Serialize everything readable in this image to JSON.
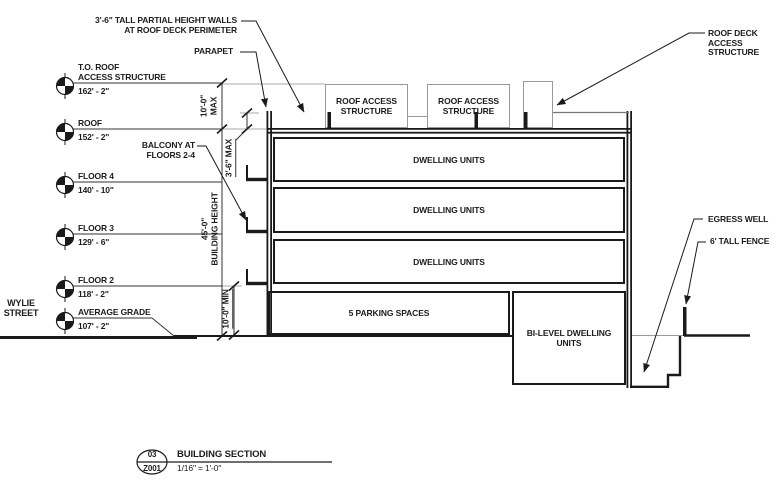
{
  "callouts": {
    "partial_walls_l1": "3'-6\" TALL PARTIAL HEIGHT WALLS",
    "partial_walls_l2": "AT ROOF DECK PERIMETER",
    "parapet": "PARAPET",
    "roof_deck_l1": "ROOF DECK",
    "roof_deck_l2": "ACCESS",
    "roof_deck_l3": "STRUCTURE",
    "balcony_l1": "BALCONY AT",
    "balcony_l2": "FLOORS 2-4",
    "egress_well": "EGRESS WELL",
    "tall_fence": "6' TALL FENCE",
    "street_l1": "WYLIE",
    "street_l2": "STREET"
  },
  "levels": [
    {
      "l1": "T.O. ROOF",
      "l2": "ACCESS STRUCTURE",
      "value": "162' - 2\""
    },
    {
      "l1": "ROOF",
      "value": "152' - 2\""
    },
    {
      "l1": "FLOOR 4",
      "value": "140' - 10\""
    },
    {
      "l1": "FLOOR 3",
      "value": "129' - 6\""
    },
    {
      "l1": "FLOOR 2",
      "value": "118' - 2\""
    },
    {
      "l1": "AVERAGE GRADE",
      "value": "107' - 2\""
    }
  ],
  "dimensions": {
    "roof_max_l1": "10'-0\"",
    "roof_max_l2": "MAX",
    "parapet_max": "3'-6\" MAX",
    "height_l1": "45'-0\"",
    "height_l2": "BUILDING HEIGHT",
    "ground_min": "10'-0\" MIN"
  },
  "spaces": {
    "roof_access": "ROOF ACCESS STRUCTURE",
    "dwelling": "DWELLING UNITS",
    "parking": "5 PARKING SPACES",
    "bilevel": "BI-LEVEL DWELLING UNITS"
  },
  "titleblock": {
    "detail_number": "03",
    "sheet_number": "Z001",
    "title": "BUILDING SECTION",
    "scale": "1/16\" = 1'-0\""
  },
  "colors": {
    "line": "#1a1a1a",
    "gray_line": "#999999",
    "background": "#ffffff"
  }
}
